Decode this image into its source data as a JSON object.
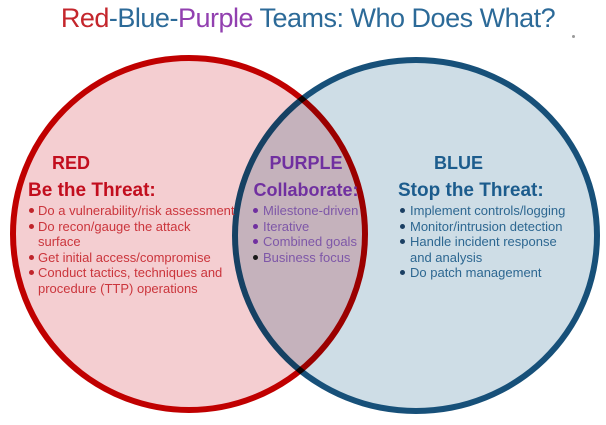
{
  "title": {
    "part_red": "Red",
    "part_sep1": "-",
    "part_blue": "Blue",
    "part_sep2": "-",
    "part_purple": "Purple",
    "part_rest": " Teams: Who Does What?"
  },
  "venn": {
    "red": {
      "label": "RED",
      "subtitle": "Be the Threat:",
      "items": [
        "Do a vulnerability/risk assessment",
        "Do recon/gauge the attack surface",
        "Get initial access/compromise",
        "Conduct tactics, techniques and procedure (TTP) operations"
      ]
    },
    "purple": {
      "label": "PURPLE",
      "subtitle": "Collaborate:",
      "items": [
        "Milestone-driven",
        "Iterative",
        "Combined goals",
        "Business focus"
      ]
    },
    "blue": {
      "label": "BLUE",
      "subtitle": "Stop the Threat:",
      "items": [
        "Implement controls/logging",
        "Monitor/intrusion detection",
        "Handle incident response and analysis",
        "Do patch management"
      ]
    }
  },
  "colors": {
    "red_circle_border": "#c00000",
    "red_circle_fill": "#f4ced1",
    "blue_circle_border": "#175079",
    "blue_circle_fill": "#cedde6",
    "overlap_fill": "#c5b3bd",
    "title_red": "#c4262c",
    "title_blue": "#2c6a98",
    "title_purple": "#9240b0",
    "red_text": "#c20e1e",
    "purple_heading_text": "#7030a0",
    "purple_item_text": "#7e57a8",
    "blue_text": "#1c5c8d",
    "dark_bullet": "#1a1a1a"
  }
}
